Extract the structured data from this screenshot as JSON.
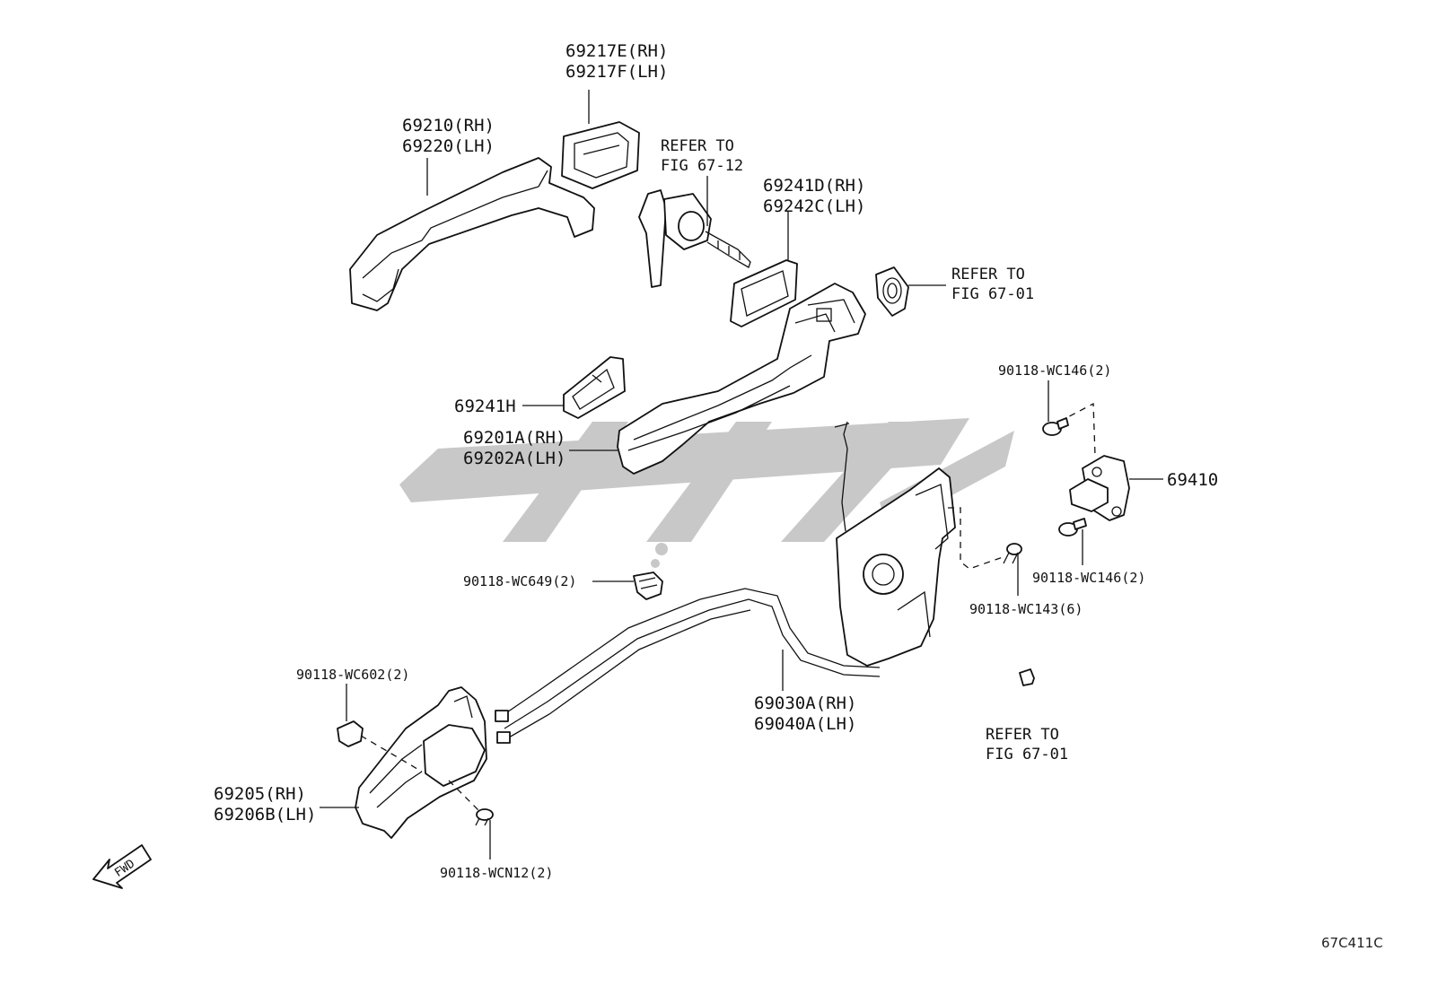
{
  "labels": {
    "p69217": [
      "69217E(RH)",
      "69217F(LH)"
    ],
    "p69210": [
      "69210(RH)",
      "69220(LH)"
    ],
    "refer_67_12": [
      "REFER TO",
      "FIG 67-12"
    ],
    "p69241d": [
      "69241D(RH)",
      "69242C(LH)"
    ],
    "refer_67_01_top": [
      "REFER TO",
      "FIG 67-01"
    ],
    "p69241h": "69241H",
    "p69201": [
      "69201A(RH)",
      "69202A(LH)"
    ],
    "bolt_wc146_top": "90118-WC146(2)",
    "p69410": "69410",
    "bolt_wc146_bottom": "90118-WC146(2)",
    "bolt_wc143": "90118-WC143(6)",
    "clip_wc649": "90118-WC649(2)",
    "p69030": [
      "69030A(RH)",
      "69040A(LH)"
    ],
    "refer_67_01_bottom": [
      "REFER TO",
      "FIG 67-01"
    ],
    "clip_wc602": "90118-WC602(2)",
    "p69205": [
      "69205(RH)",
      "69206B(LH)"
    ],
    "screw_wcn12": "90118-WCN12(2)",
    "fwd": "FWD",
    "figure_code": "67C411C"
  }
}
